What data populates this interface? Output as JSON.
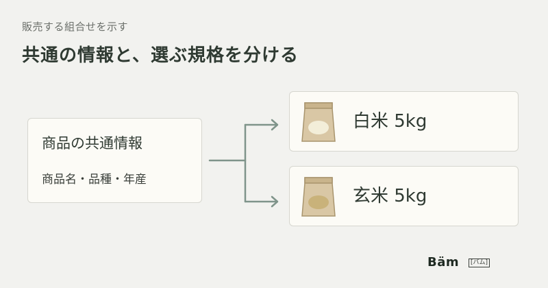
{
  "header": {
    "subtitle": "販売する組合せを示す",
    "title": "共通の情報と、選ぶ規格を分ける"
  },
  "common_card": {
    "heading": "商品の共通情報",
    "items": "商品名・品種・年産"
  },
  "products": [
    {
      "label": "白米 5kg",
      "icon": "white-rice-bag-icon",
      "rice_color": "#f3eed9"
    },
    {
      "label": "玄米 5kg",
      "icon": "brown-rice-bag-icon",
      "rice_color": "#c9b27a"
    }
  ],
  "colors": {
    "connector": "#7f948a",
    "bag_body": "#d9c7a5",
    "bag_top": "#c9b48c",
    "bag_outline": "#a8946d"
  },
  "logo": {
    "text": "Bäm",
    "tag": "[バム]"
  }
}
